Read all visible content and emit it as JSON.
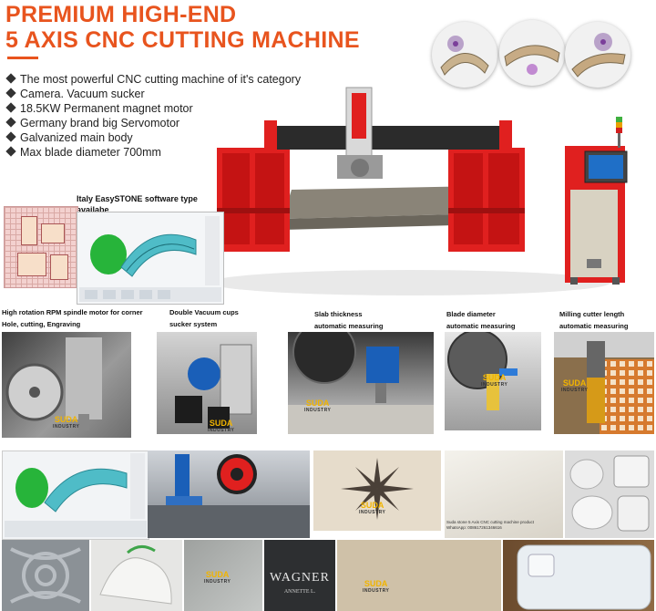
{
  "header": {
    "title_line1": "PREMIUM HIGH-END",
    "title_line2": "5 AXIS CNC CUTTING MACHINE"
  },
  "features": [
    "The most powerful CNC cutting machine of it's category",
    "Camera. Vacuum sucker",
    "18.5KW Permanent magnet motor",
    "Germany brand big Servomotor",
    "Galvanized main body",
    "Max blade diameter 700mm"
  ],
  "software": {
    "caption": "Italy EasySTONE software type availabe"
  },
  "details": [
    {
      "line1": "High rotation RPM spindle motor for corner",
      "line2": "Hole, cutting, Engraving"
    },
    {
      "line1": "Double Vacuum cups",
      "line2": "sucker system"
    },
    {
      "line1": "Slab thickness",
      "line2": "automatic measuring"
    },
    {
      "line1": "Blade diameter",
      "line2": "automatic measuring"
    },
    {
      "line1": "Milling cutter length",
      "line2": "automatic measuring"
    }
  ],
  "brand": {
    "name": "SUDA",
    "sub": "INDUSTRY"
  },
  "headstone": {
    "name": "WAGNER",
    "first": "ANNETTE L."
  },
  "sample_note": {
    "line1": "Suda stone 5 Axis CNC cutting machine product",
    "line2": "WhatsApp: 008617261346616"
  },
  "colors": {
    "accent": "#e8541e",
    "machine_red": "#e0201f",
    "logo_gold": "#f1b400"
  }
}
